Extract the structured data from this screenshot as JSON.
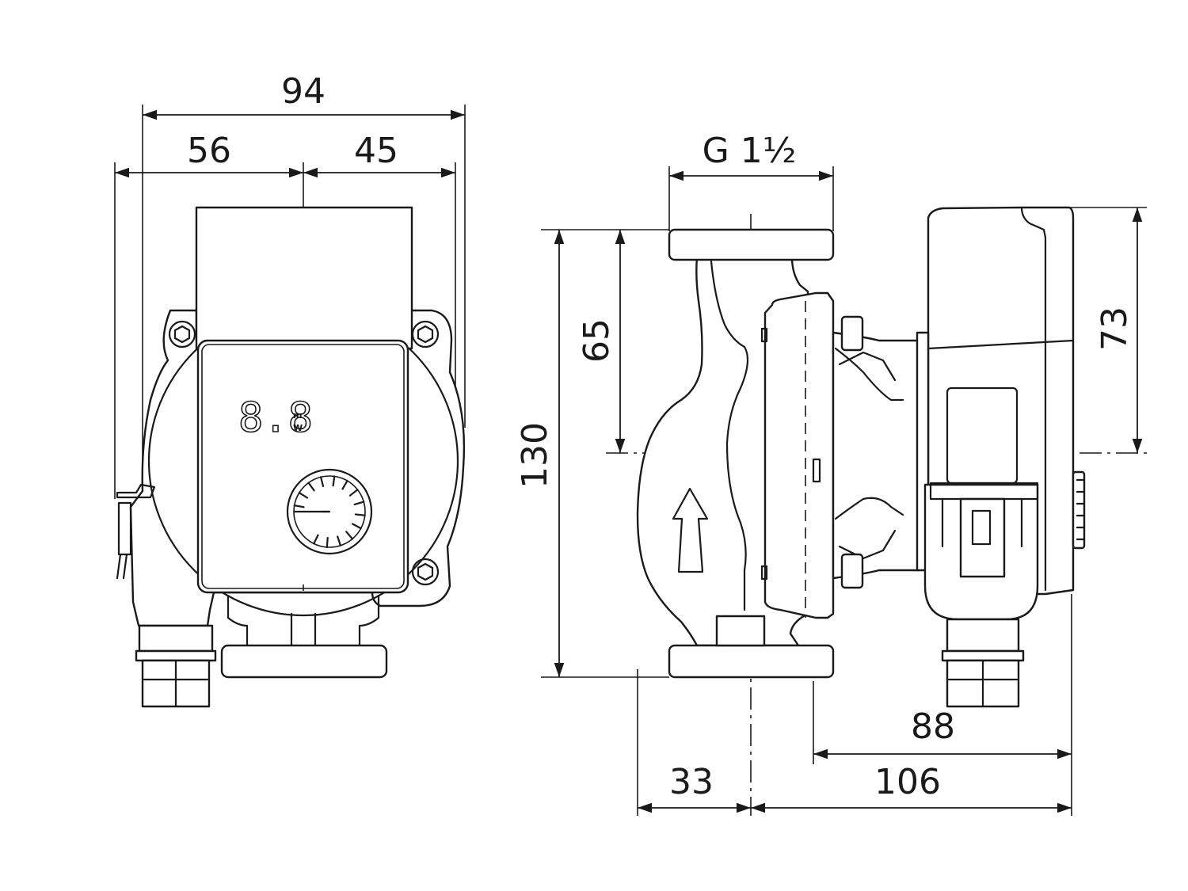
{
  "front_view": {
    "dims": {
      "total_width": "94",
      "left_width": "56",
      "right_width": "45"
    },
    "display": {
      "digits": "8.8",
      "unit_top": "m",
      "unit_bottom": "W"
    }
  },
  "side_view": {
    "dims": {
      "thread": "G 1½",
      "height_total": "130",
      "height_half": "65",
      "motor_height": "73",
      "depth_88": "88",
      "depth_106": "106",
      "depth_33": "33"
    }
  }
}
